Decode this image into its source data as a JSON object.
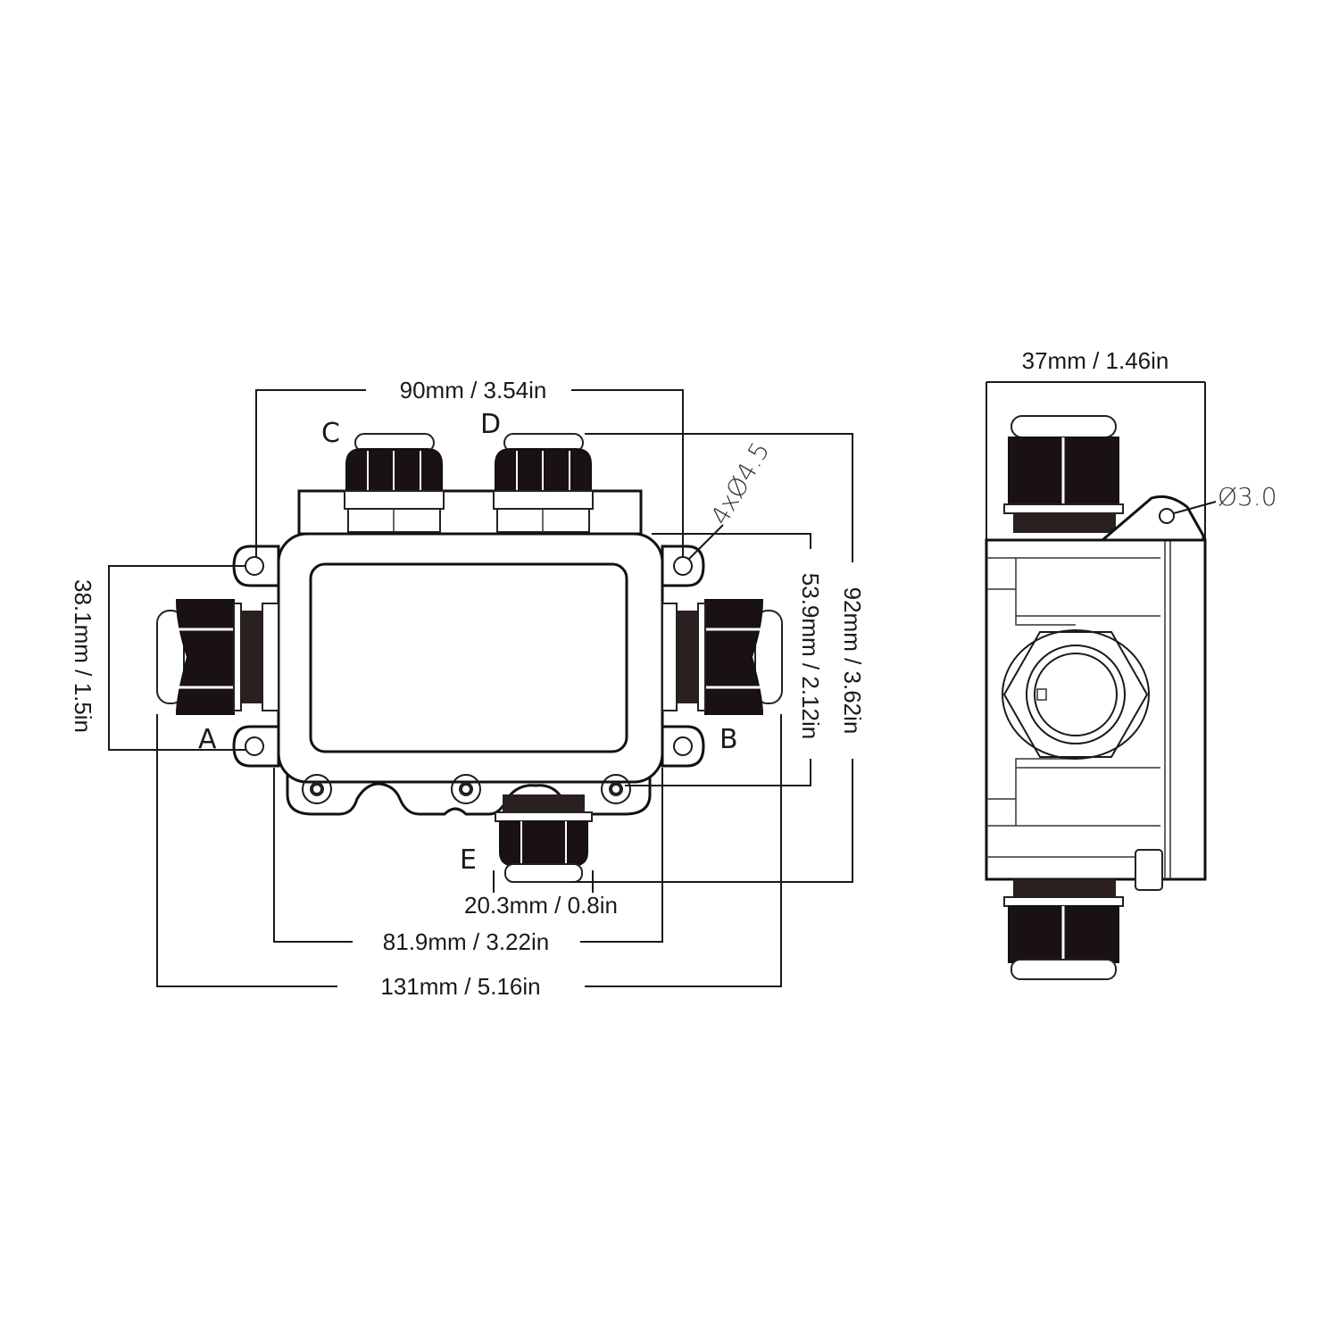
{
  "front_view": {
    "port_labels": {
      "a": "A",
      "b": "B",
      "c": "C",
      "d": "D",
      "e": "E"
    },
    "dimensions": {
      "top_width": "90mm / 3.54in",
      "overall_height": "92mm / 3.62in",
      "body_height": "53.9mm / 2.12in",
      "ear_spacing": "38.1mm / 1.5in",
      "gland_width": "20.3mm / 0.8in",
      "body_width": "81.9mm / 3.22in",
      "overall_width": "131mm / 5.16in",
      "mount_holes": "4xØ4.5"
    }
  },
  "side_view": {
    "dimensions": {
      "depth": "37mm / 1.46in",
      "tab_hole": "Ø3.0"
    }
  },
  "colors": {
    "line": "#1a1a1a",
    "gland": "#1a1212",
    "background": "#ffffff"
  }
}
